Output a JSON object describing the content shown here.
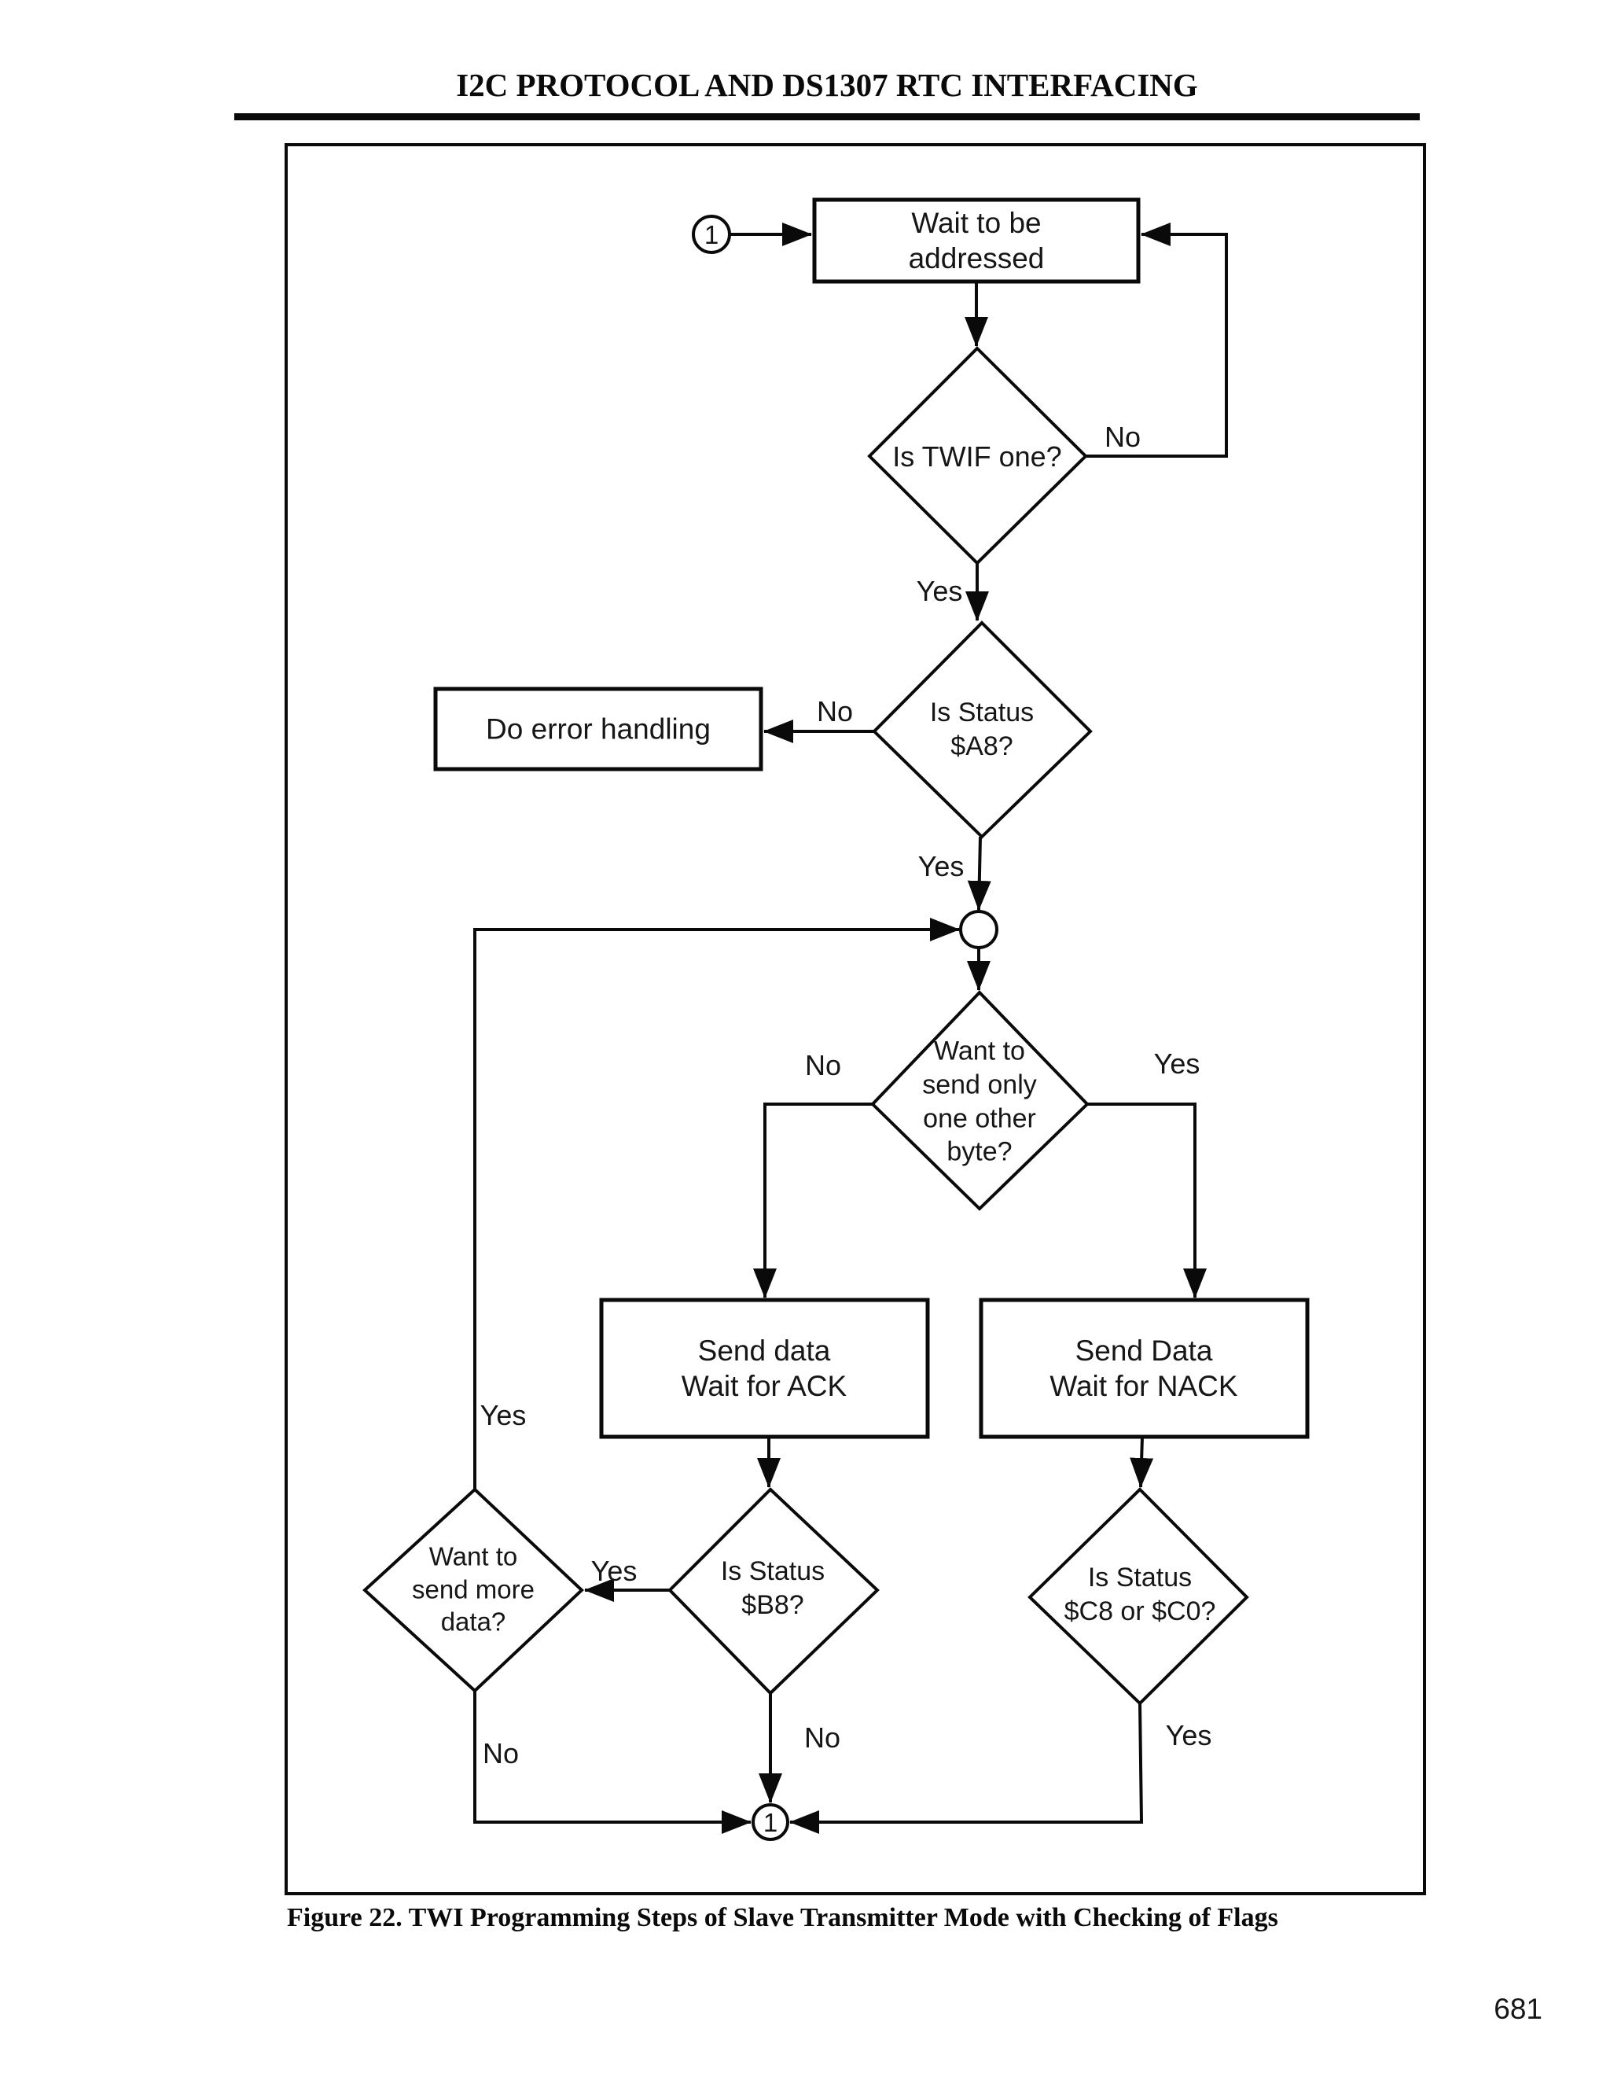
{
  "header": {
    "title": "I2C PROTOCOL AND DS1307 RTC INTERFACING"
  },
  "caption": "Figure 22. TWI Programming Steps of Slave Transmitter Mode with Checking of Flags",
  "page_number": "681",
  "flowchart": {
    "ink_color": "#000000",
    "connectors": {
      "start": "1",
      "end": "1"
    },
    "nodes": {
      "wait": "Wait to be\naddressed",
      "twif": "Is TWIF one?",
      "error": "Do error handling",
      "a8": "Is Status\n$A8?",
      "byte": "Want to\nsend only\none other\nbyte?",
      "ack": "Send data\nWait for ACK",
      "nack": "Send Data\nWait for NACK",
      "b8": "Is Status\n$B8?",
      "more": "Want to\nsend more\ndata?",
      "c8": "Is Status\n$C8 or $C0?"
    },
    "labels": {
      "twif_no": "No",
      "twif_yes": "Yes",
      "a8_no": "No",
      "a8_yes": "Yes",
      "byte_no": "No",
      "byte_yes": "Yes",
      "b8_yes": "Yes",
      "b8_no": "No",
      "more_yes": "Yes",
      "more_no": "No",
      "c8_yes": "Yes"
    }
  }
}
